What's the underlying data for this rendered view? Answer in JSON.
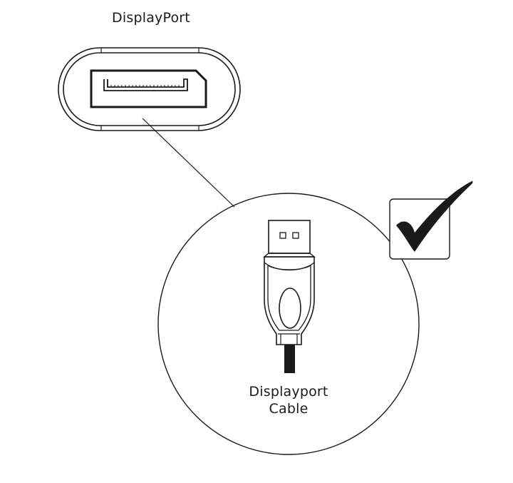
{
  "port": {
    "title": "DisplayPort"
  },
  "cable": {
    "caption_line1": "Displayport",
    "caption_line2": "Cable"
  },
  "check": {
    "icon": "checkmark-icon"
  },
  "colors": {
    "stroke": "#1a1a1a",
    "background": "#ffffff"
  }
}
